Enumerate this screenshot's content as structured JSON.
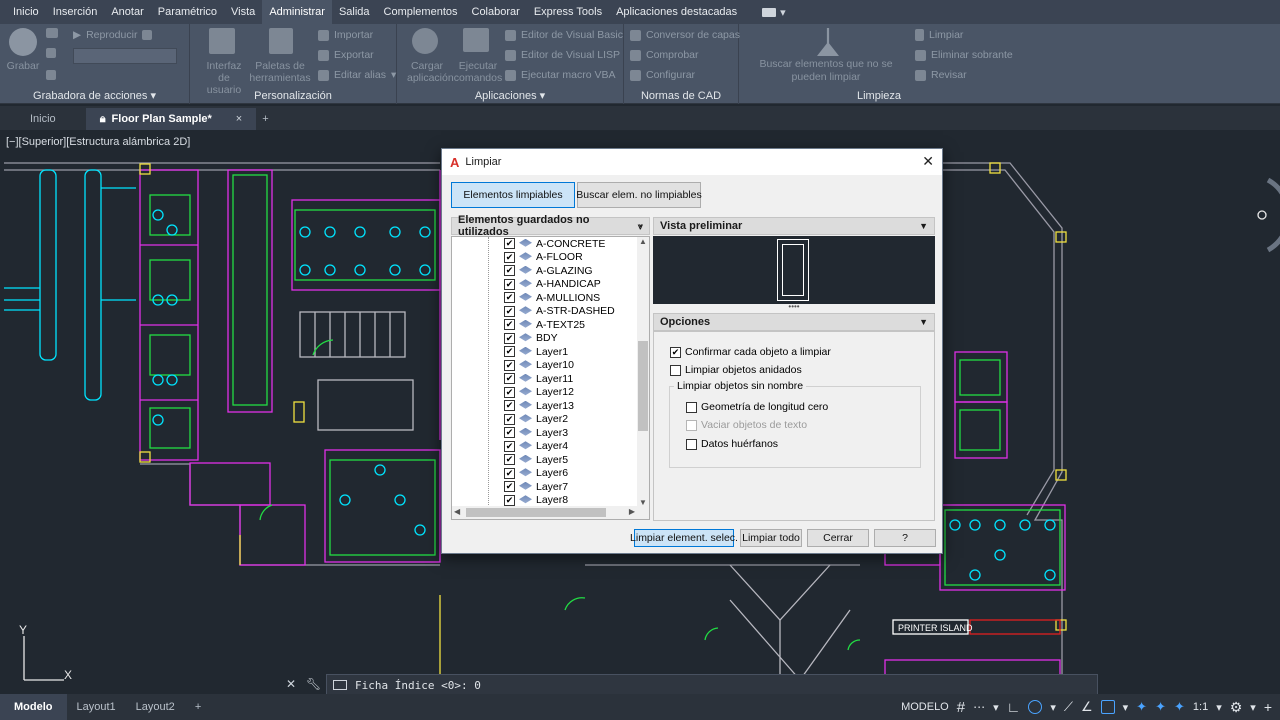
{
  "menu": {
    "tabs": [
      "Inicio",
      "Inserción",
      "Anotar",
      "Paramétrico",
      "Vista",
      "Administrar",
      "Salida",
      "Complementos",
      "Colaborar",
      "Express Tools",
      "Aplicaciones destacadas"
    ],
    "active": "Administrar"
  },
  "ribbon": {
    "action_recorder": {
      "title": "Grabadora de acciones",
      "record": "Grabar",
      "play": "Reproducir"
    },
    "customization": {
      "title": "Personalización",
      "ui": "Interfaz de usuario",
      "palettes": "Paletas de herramientas",
      "import": "Importar",
      "export": "Exportar",
      "edit_aliases": "Editar alias"
    },
    "applications": {
      "title": "Aplicaciones",
      "load": "Cargar aplicación",
      "run": "Ejecutar comandos",
      "vb_editor": "Editor de Visual Basic",
      "lisp_editor": "Editor de Visual LISP",
      "run_vba": "Ejecutar macro VBA"
    },
    "cad_standards": {
      "title": "Normas de CAD",
      "layer_converter": "Conversor de capas",
      "check": "Comprobar",
      "configure": "Configurar"
    },
    "cleanup": {
      "title": "Limpieza",
      "find": "Buscar elementos que no se pueden limpiar",
      "purge": "Limpiar",
      "overkill": "Eliminar sobrante",
      "audit": "Revisar"
    }
  },
  "doc_tabs": {
    "home": "Inicio",
    "active": "Floor Plan Sample*",
    "close": "×",
    "add": "+"
  },
  "viewport_label": "[−][Superior][Estructura alámbrica 2D]",
  "drawing": {
    "printer_label": "PRINTER ISLAND",
    "axis_y": "Y",
    "axis_x": "X"
  },
  "command": {
    "prompt": "Ficha Índice <0>: 0"
  },
  "layout_tabs": [
    "Modelo",
    "Layout1",
    "Layout2"
  ],
  "status": {
    "space": "MODELO",
    "scale": "1:1"
  },
  "dialog": {
    "title": "Limpiar",
    "tab_purgeable": "Elementos limpiables",
    "tab_nonpurgeable": "Buscar elem. no limpiables",
    "saved_header": "Elementos guardados no utilizados",
    "preview_header": "Vista preliminar",
    "options_header": "Opciones",
    "items": [
      "A-CONCRETE",
      "A-FLOOR",
      "A-GLAZING",
      "A-HANDICAP",
      "A-MULLIONS",
      "A-STR-DASHED",
      "A-TEXT25",
      "BDY",
      "Layer1",
      "Layer10",
      "Layer11",
      "Layer12",
      "Layer13",
      "Layer2",
      "Layer3",
      "Layer4",
      "Layer5",
      "Layer6",
      "Layer7",
      "Layer8"
    ],
    "opt_confirm": "Confirmar cada objeto a limpiar",
    "opt_nested": "Limpiar objetos anidados",
    "group_unnamed": "Limpiar objetos sin nombre",
    "opt_zero_geom": "Geometría de longitud cero",
    "opt_empty_text": "Vaciar objetos de texto",
    "opt_orphan": "Datos huérfanos",
    "btn_purge_selected": "Limpiar element. selec.",
    "btn_purge_all": "Limpiar todo",
    "btn_close": "Cerrar",
    "btn_help": "?"
  }
}
